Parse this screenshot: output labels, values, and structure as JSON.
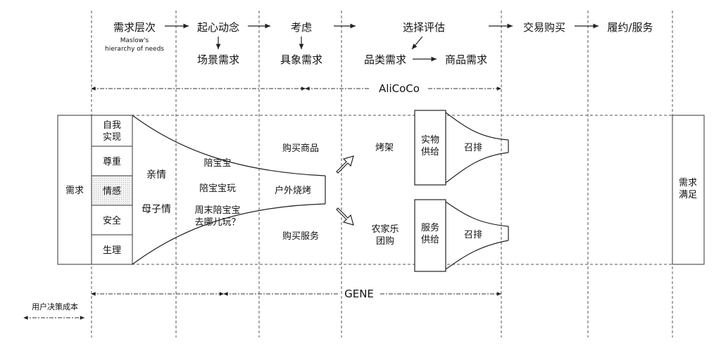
{
  "stages": {
    "s1": "需求层次",
    "s1_sub1": "Maslow's",
    "s1_sub2": "hierarchy of needs",
    "s2": "起心动念",
    "s2_sub": "场景需求",
    "s3": "考虑",
    "s3_sub": "具象需求",
    "s4": "选择评估",
    "s4_sub_a": "品类需求",
    "s4_sub_b": "商品需求",
    "s5": "交易购买",
    "s6": "履约/服务"
  },
  "spans": {
    "alicoco": "AliCoCo",
    "gene": "GENE"
  },
  "left_box": "需求",
  "hierarchy": [
    "自我实现",
    "尊重",
    "情感",
    "安全",
    "生理"
  ],
  "emotion": {
    "a": "亲情",
    "b": "母子情"
  },
  "scenes": {
    "a": "陪宝宝",
    "b": "陪宝宝玩",
    "c1": "周末陪宝宝",
    "c2": "去哪儿玩？"
  },
  "concrete": "户外烧烤",
  "branches": {
    "upper": "购买商品",
    "lower": "购买服务"
  },
  "categories": {
    "upper": "烤架",
    "lower1": "农家乐",
    "lower2": "团购"
  },
  "supply": {
    "physical1": "实物",
    "physical2": "供给",
    "service1": "服务",
    "service2": "供给"
  },
  "recall": {
    "upper": "召排",
    "lower": "召排"
  },
  "right_box": {
    "l1": "需求",
    "l2": "满足"
  },
  "legend": "用户决策成本"
}
